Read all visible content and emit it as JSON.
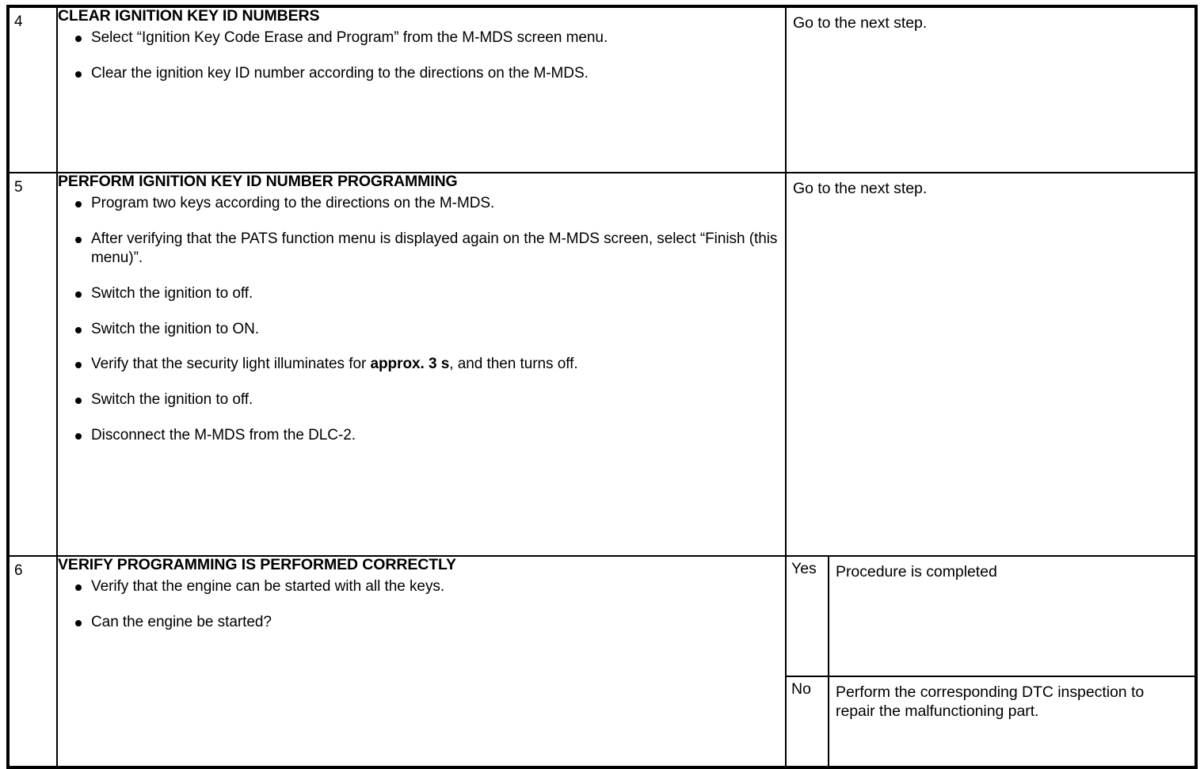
{
  "document": {
    "type": "service-manual-diagnostic-table",
    "column_headers_visible": false
  },
  "rows": [
    {
      "step": "4",
      "title": "CLEAR IGNITION KEY ID NUMBERS",
      "bullets": [
        "Select “Ignition Key Code Erase and Program” from the M-MDS screen menu.",
        "Clear the ignition key ID number according to the directions on the M-MDS."
      ],
      "action": "Go to the next step."
    },
    {
      "step": "5",
      "title": "PERFORM IGNITION KEY ID NUMBER PROGRAMMING",
      "bullets": [
        "Program two keys according to the directions on the M-MDS.",
        "After verifying that the PATS function menu is displayed again on the M-MDS screen, select “Finish (this menu)”.",
        "Switch the ignition to off.",
        "Switch the ignition to ON.",
        "Verify that the security light illuminates for approx. 3 s, and then turns off.",
        "Switch the ignition to off.",
        "Disconnect the M-MDS from the DLC-2."
      ],
      "bullet5_parts": {
        "before": "Verify that the security light illuminates for ",
        "bold": "approx. 3 s",
        "after": ", and then turns off."
      },
      "action": "Go to the next step."
    },
    {
      "step": "6",
      "title": "VERIFY PROGRAMMING IS PERFORMED CORRECTLY",
      "bullets": [
        "Verify that the engine can be started with all the keys.",
        "Can the engine be started?"
      ],
      "answers": [
        {
          "label": "Yes",
          "action": "Procedure is completed"
        },
        {
          "label": "No",
          "action": "Perform the corresponding DTC inspection to repair the malfunctioning part."
        }
      ]
    }
  ],
  "colors": {
    "page_background": "#ffffff",
    "ink": "#000000",
    "border": "#000000"
  }
}
